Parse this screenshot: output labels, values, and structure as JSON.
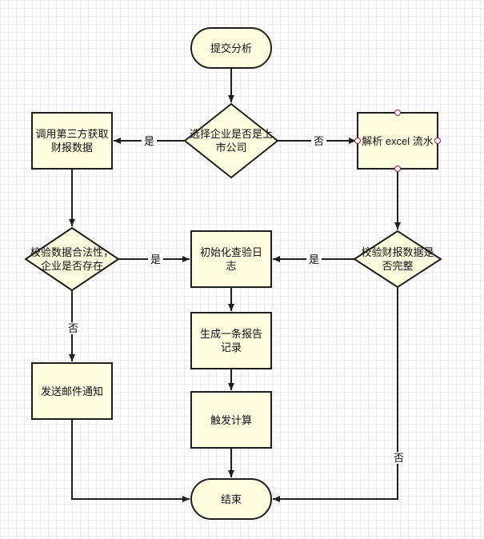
{
  "diagram": {
    "colors": {
      "fill": "#fffde0",
      "stroke": "#1f1f1f",
      "handle": "#b0305a",
      "background": "#ffffff"
    },
    "nodes": {
      "submit": "提交分析",
      "is_listed": "选择企业是否是上市公司",
      "third_party": "调用第三方获取财报数据",
      "parse_excel": "解析 excel 流水",
      "validate": "校验数据合法性，企业是否存在",
      "init_log": "初始化查验日志",
      "report_complete": "校验财报数据是否完整",
      "generate_record": "生成一条报告记录",
      "send_email": "发送邮件通知",
      "trigger_calc": "触发计算",
      "end": "结束"
    },
    "edge_labels": {
      "listed_yes": "是",
      "listed_no": "否",
      "validate_yes": "是",
      "complete_yes": "是",
      "validate_no": "否",
      "complete_no": "否"
    }
  }
}
